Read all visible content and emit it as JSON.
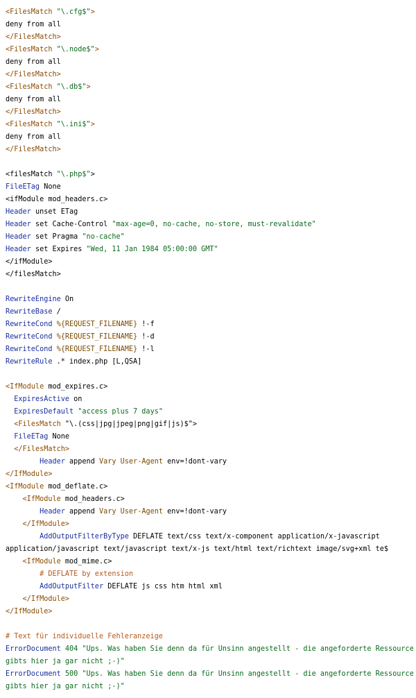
{
  "colors": {
    "tag": "#8a4a00",
    "keyword": "#1a2e9e",
    "string": "#0a6a1c",
    "number": "#0a6a1c",
    "comment": "#b5591a",
    "variable": "#7a4a00",
    "plain": "#000000",
    "background": "#ffffff"
  },
  "lines": [
    [
      {
        "t": "tag",
        "v": "<FilesMatch "
      },
      {
        "t": "str",
        "v": "\"\\.cfg$\""
      },
      {
        "t": "tag",
        "v": ">"
      }
    ],
    [
      {
        "t": "plain",
        "v": "deny from all"
      }
    ],
    [
      {
        "t": "tag",
        "v": "</FilesMatch>"
      }
    ],
    [
      {
        "t": "tag",
        "v": "<FilesMatch "
      },
      {
        "t": "str",
        "v": "\"\\.node$\""
      },
      {
        "t": "tag",
        "v": ">"
      }
    ],
    [
      {
        "t": "plain",
        "v": "deny from all"
      }
    ],
    [
      {
        "t": "tag",
        "v": "</FilesMatch>"
      }
    ],
    [
      {
        "t": "tag",
        "v": "<FilesMatch "
      },
      {
        "t": "str",
        "v": "\"\\.db$\""
      },
      {
        "t": "tag",
        "v": ">"
      }
    ],
    [
      {
        "t": "plain",
        "v": "deny from all"
      }
    ],
    [
      {
        "t": "tag",
        "v": "</FilesMatch>"
      }
    ],
    [
      {
        "t": "tag",
        "v": "<FilesMatch "
      },
      {
        "t": "str",
        "v": "\"\\.ini$\""
      },
      {
        "t": "tag",
        "v": ">"
      }
    ],
    [
      {
        "t": "plain",
        "v": "deny from all"
      }
    ],
    [
      {
        "t": "tag",
        "v": "</FilesMatch>"
      }
    ],
    [],
    [
      {
        "t": "plain",
        "v": "<filesMatch "
      },
      {
        "t": "str",
        "v": "\"\\.php$\""
      },
      {
        "t": "plain",
        "v": ">"
      }
    ],
    [
      {
        "t": "kw",
        "v": "FileETag"
      },
      {
        "t": "plain",
        "v": " None"
      }
    ],
    [
      {
        "t": "plain",
        "v": "<ifModule mod_headers.c>"
      }
    ],
    [
      {
        "t": "kw",
        "v": "Header"
      },
      {
        "t": "plain",
        "v": " unset ETag"
      }
    ],
    [
      {
        "t": "kw",
        "v": "Header"
      },
      {
        "t": "plain",
        "v": " set Cache-Control "
      },
      {
        "t": "str",
        "v": "\"max-age=0, no-cache, no-store, must-revalidate\""
      }
    ],
    [
      {
        "t": "kw",
        "v": "Header"
      },
      {
        "t": "plain",
        "v": " set Pragma "
      },
      {
        "t": "str",
        "v": "\"no-cache\""
      }
    ],
    [
      {
        "t": "kw",
        "v": "Header"
      },
      {
        "t": "plain",
        "v": " set Expires "
      },
      {
        "t": "str",
        "v": "\"Wed, 11 Jan 1984 05:00:00 GMT\""
      }
    ],
    [
      {
        "t": "plain",
        "v": "</ifModule>"
      }
    ],
    [
      {
        "t": "plain",
        "v": "</filesMatch>"
      }
    ],
    [],
    [
      {
        "t": "kw",
        "v": "RewriteEngine"
      },
      {
        "t": "plain",
        "v": " On"
      }
    ],
    [
      {
        "t": "kw",
        "v": "RewriteBase"
      },
      {
        "t": "plain",
        "v": " /"
      }
    ],
    [
      {
        "t": "kw",
        "v": "RewriteCond"
      },
      {
        "t": "plain",
        "v": " "
      },
      {
        "t": "var",
        "v": "%{REQUEST_FILENAME}"
      },
      {
        "t": "plain",
        "v": " !-f"
      }
    ],
    [
      {
        "t": "kw",
        "v": "RewriteCond"
      },
      {
        "t": "plain",
        "v": " "
      },
      {
        "t": "var",
        "v": "%{REQUEST_FILENAME}"
      },
      {
        "t": "plain",
        "v": " !-d"
      }
    ],
    [
      {
        "t": "kw",
        "v": "RewriteCond"
      },
      {
        "t": "plain",
        "v": " "
      },
      {
        "t": "var",
        "v": "%{REQUEST_FILENAME}"
      },
      {
        "t": "plain",
        "v": " !-l"
      }
    ],
    [
      {
        "t": "kw",
        "v": "RewriteRule"
      },
      {
        "t": "plain",
        "v": " .* index.php [L,QSA]"
      }
    ],
    [],
    [
      {
        "t": "tag",
        "v": "<IfModule"
      },
      {
        "t": "plain",
        "v": " mod_expires.c>"
      }
    ],
    [
      {
        "t": "plain",
        "v": "  "
      },
      {
        "t": "kw",
        "v": "ExpiresActive"
      },
      {
        "t": "plain",
        "v": " on"
      }
    ],
    [
      {
        "t": "plain",
        "v": "  "
      },
      {
        "t": "kw",
        "v": "ExpiresDefault"
      },
      {
        "t": "plain",
        "v": " "
      },
      {
        "t": "str",
        "v": "\"access plus 7 days\""
      }
    ],
    [
      {
        "t": "plain",
        "v": "  "
      },
      {
        "t": "tag",
        "v": "<FilesMatch "
      },
      {
        "t": "plain",
        "v": "\"\\.(css|jpg|jpeg|png|gif|js)$\">"
      }
    ],
    [
      {
        "t": "plain",
        "v": "  "
      },
      {
        "t": "kw",
        "v": "FileETag"
      },
      {
        "t": "plain",
        "v": " None"
      }
    ],
    [
      {
        "t": "plain",
        "v": "  "
      },
      {
        "t": "tag",
        "v": "</FilesMatch>"
      }
    ],
    [
      {
        "t": "plain",
        "v": "        "
      },
      {
        "t": "kw",
        "v": "Header"
      },
      {
        "t": "plain",
        "v": " append "
      },
      {
        "t": "var",
        "v": "Vary"
      },
      {
        "t": "plain",
        "v": " "
      },
      {
        "t": "var",
        "v": "User-Agent"
      },
      {
        "t": "plain",
        "v": " env=!dont-vary"
      }
    ],
    [
      {
        "t": "tag",
        "v": "</IfModule>"
      }
    ],
    [
      {
        "t": "tag",
        "v": "<IfModule"
      },
      {
        "t": "plain",
        "v": " mod_deflate.c>"
      }
    ],
    [
      {
        "t": "plain",
        "v": "    "
      },
      {
        "t": "tag",
        "v": "<IfModule"
      },
      {
        "t": "plain",
        "v": " mod_headers.c>"
      }
    ],
    [
      {
        "t": "plain",
        "v": "        "
      },
      {
        "t": "kw",
        "v": "Header"
      },
      {
        "t": "plain",
        "v": " append "
      },
      {
        "t": "var",
        "v": "Vary"
      },
      {
        "t": "plain",
        "v": " "
      },
      {
        "t": "var",
        "v": "User-Agent"
      },
      {
        "t": "plain",
        "v": " env=!dont-vary"
      }
    ],
    [
      {
        "t": "plain",
        "v": "    "
      },
      {
        "t": "tag",
        "v": "</IfModule>"
      }
    ],
    [
      {
        "t": "plain",
        "v": "        "
      },
      {
        "t": "kw",
        "v": "AddOutputFilterByType"
      },
      {
        "t": "plain",
        "v": " DEFLATE text/css text/x-component application/x-javascript"
      }
    ],
    [
      {
        "t": "plain",
        "v": "application/javascript text/javascript text/x-js text/html text/richtext image/svg+xml te$"
      }
    ],
    [
      {
        "t": "plain",
        "v": "    "
      },
      {
        "t": "tag",
        "v": "<IfModule"
      },
      {
        "t": "plain",
        "v": " mod_mime.c>"
      }
    ],
    [
      {
        "t": "plain",
        "v": "        "
      },
      {
        "t": "com",
        "v": "# DEFLATE by extension"
      }
    ],
    [
      {
        "t": "plain",
        "v": "        "
      },
      {
        "t": "kw",
        "v": "AddOutputFilter"
      },
      {
        "t": "plain",
        "v": " DEFLATE js css htm html xml"
      }
    ],
    [
      {
        "t": "plain",
        "v": "    "
      },
      {
        "t": "tag",
        "v": "</IfModule>"
      }
    ],
    [
      {
        "t": "tag",
        "v": "</IfModule>"
      }
    ],
    [],
    [
      {
        "t": "com",
        "v": "# Text für individuelle Fehleranzeige"
      }
    ],
    [
      {
        "t": "kw",
        "v": "ErrorDocument"
      },
      {
        "t": "plain",
        "v": " "
      },
      {
        "t": "num",
        "v": "404"
      },
      {
        "t": "plain",
        "v": " "
      },
      {
        "t": "str",
        "v": "\"Ups. Was haben Sie denn da für Unsinn angestellt - die angeforderte Ressource"
      }
    ],
    [
      {
        "t": "str",
        "v": "gibts hier ja gar nicht ;-)\""
      }
    ],
    [
      {
        "t": "kw",
        "v": "ErrorDocument"
      },
      {
        "t": "plain",
        "v": " "
      },
      {
        "t": "num",
        "v": "500"
      },
      {
        "t": "plain",
        "v": " "
      },
      {
        "t": "str",
        "v": "\"Ups. Was haben Sie denn da für Unsinn angestellt - die angeforderte Ressource"
      }
    ],
    [
      {
        "t": "str",
        "v": "gibts hier ja gar nicht ;-)\""
      }
    ]
  ]
}
